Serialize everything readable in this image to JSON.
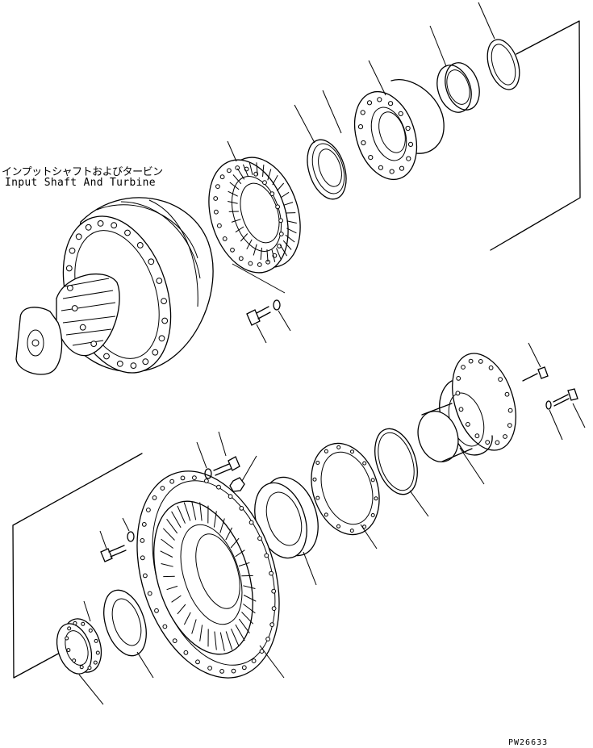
{
  "diagram": {
    "title_jp": "インプットシャフトおよびタービン",
    "title_en": "Input Shaft And Turbine",
    "drawing_code": "PW26633"
  }
}
